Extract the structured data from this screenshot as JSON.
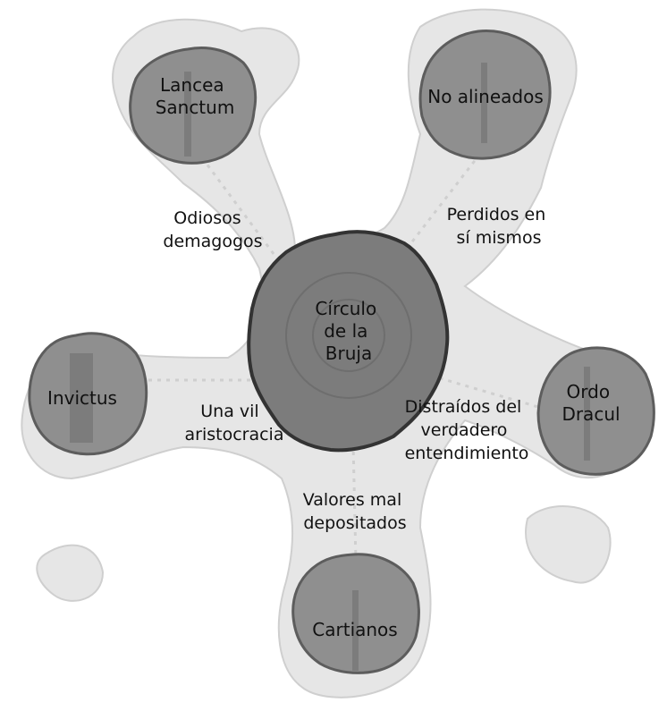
{
  "center": {
    "lines": [
      "Círculo",
      "de la",
      "Bruja"
    ]
  },
  "nodes": [
    {
      "id": "lancea-sanctum",
      "lines": [
        "Lancea",
        "Sanctum"
      ]
    },
    {
      "id": "no-alineados",
      "lines": [
        "No alineados"
      ]
    },
    {
      "id": "invictus",
      "lines": [
        "Invictus"
      ]
    },
    {
      "id": "ordo-dracul",
      "lines": [
        "Ordo",
        "Dracul"
      ]
    },
    {
      "id": "cartianos",
      "lines": [
        "Cartianos"
      ]
    }
  ],
  "connections": [
    {
      "to": "lancea-sanctum",
      "lines": [
        "Odiosos",
        "demagogos"
      ]
    },
    {
      "to": "no-alineados",
      "lines": [
        "Perdidos en",
        "sí mismos"
      ]
    },
    {
      "to": "invictus",
      "lines": [
        "Una vil",
        "aristocracia"
      ]
    },
    {
      "to": "ordo-dracul",
      "lines": [
        "Distraídos del",
        "verdadero",
        "entendimiento"
      ]
    },
    {
      "to": "cartianos",
      "lines": [
        "Valores mal",
        "depositados"
      ]
    }
  ],
  "colors": {
    "blob_fill": "#8f8f8f",
    "blob_edge": "#5d5d5d",
    "center_fill": "#7c7c7c",
    "center_edge": "#333333",
    "cloud": "#e6e6e6",
    "cloud_edge": "#cfcfcf",
    "carving": "#6e6e6e"
  }
}
